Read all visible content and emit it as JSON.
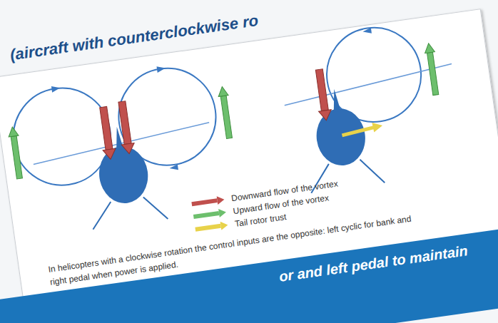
{
  "diagram": {
    "labels": [
      "(aircraft with counterclockwise ro",
      "In helicopters with a clockwise rotation the control inputs are the opposite: left cyclic for bank and right pedal when power is applied.",
      "or and left pedal to maintain"
    ],
    "legend": [
      {
        "text": "Downward flow of the vortex",
        "color": "#c0504d"
      },
      {
        "text": "Upward flow of the vortex",
        "color": "#6dbf6d"
      },
      {
        "text": "Tail rotor trust",
        "color": "#e8d24a"
      }
    ]
  }
}
